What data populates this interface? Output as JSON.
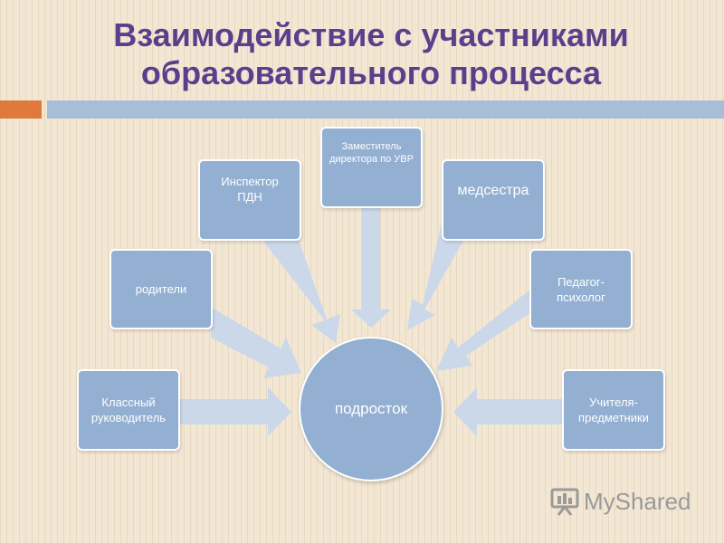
{
  "title": {
    "line1": "Взаимодействие с участниками",
    "line2": "образовательного процесса"
  },
  "center": {
    "label": "подросток"
  },
  "nodes": [
    {
      "label": "Классный руководитель"
    },
    {
      "label": "родители"
    },
    {
      "label": "Инспектор ПДН"
    },
    {
      "label": "Заместитель директора по УВР"
    },
    {
      "label": "медсестра"
    },
    {
      "label": "Педагог-психолог"
    },
    {
      "label": "Учителя-предметники"
    }
  ],
  "watermark": {
    "text": "MyShared"
  },
  "colors": {
    "title": "#5b3f8c",
    "box": "#93afd2",
    "arrow": "#cad8ea",
    "accent_orange": "#e07a3c",
    "accent_blue": "#a8bdd6"
  }
}
